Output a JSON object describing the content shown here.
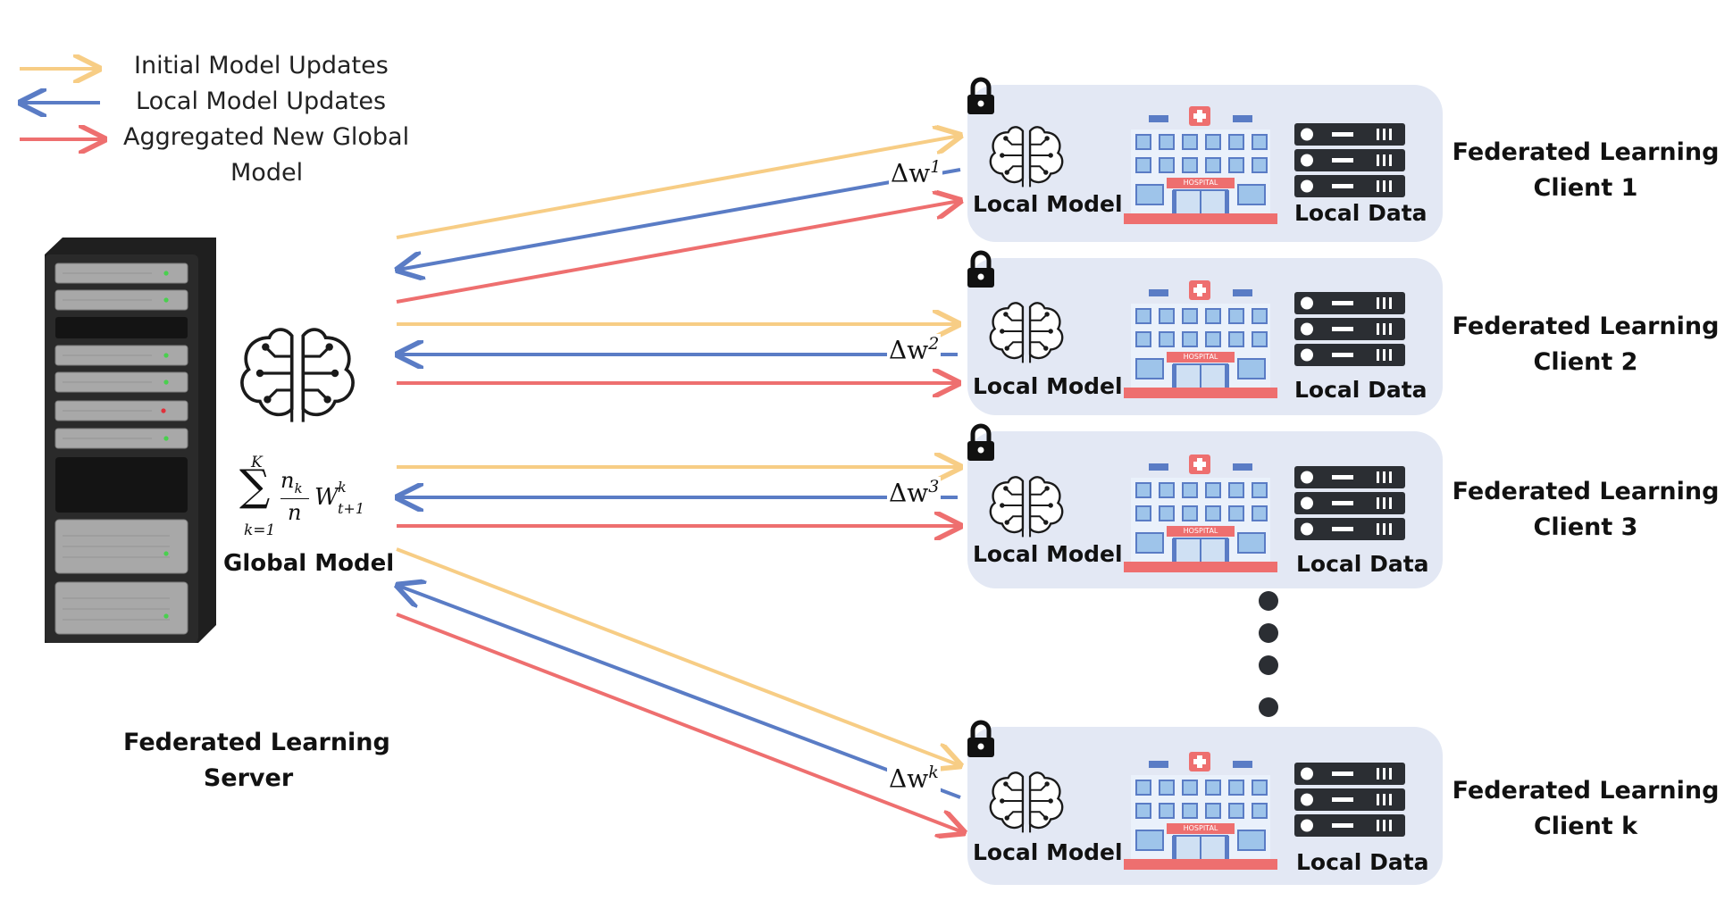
{
  "legend": {
    "items": [
      {
        "label": "Initial Model Updates",
        "color": "#f7cd85"
      },
      {
        "label": "Local Model Updates",
        "color": "#5a7cc5"
      },
      {
        "label": "Aggregated New Global",
        "label2": "Model",
        "color": "#ee6f6f"
      }
    ]
  },
  "server": {
    "title_line1": "Federated Learning",
    "title_line2": "Server",
    "global_model_label": "Global Model",
    "formula": {
      "upper": "K",
      "lower": "k=1",
      "num": "n",
      "num_sub": "k",
      "den": "n",
      "w": "W",
      "w_sup": "k",
      "w_sub": "t+1"
    }
  },
  "clients": [
    {
      "title_line1": "Federated Learning",
      "title_line2": "Client 1",
      "delta": "Δw",
      "delta_sup": "1",
      "local_model": "Local Model",
      "local_data": "Local Data",
      "hospital_sign": "HOSPITAL"
    },
    {
      "title_line1": "Federated Learning",
      "title_line2": "Client 2",
      "delta": "Δw",
      "delta_sup": "2",
      "local_model": "Local Model",
      "local_data": "Local Data",
      "hospital_sign": "HOSPITAL"
    },
    {
      "title_line1": "Federated Learning",
      "title_line2": "Client 3",
      "delta": "Δw",
      "delta_sup": "3",
      "local_model": "Local Model",
      "local_data": "Local Data",
      "hospital_sign": "HOSPITAL"
    },
    {
      "title_line1": "Federated Learning",
      "title_line2": "Client k",
      "delta": "Δw",
      "delta_sup": "k",
      "local_model": "Local Model",
      "local_data": "Local Data",
      "hospital_sign": "HOSPITAL"
    }
  ],
  "colors": {
    "initial": "#f7cd85",
    "local": "#5a7cc5",
    "aggregated": "#ee6f6f",
    "panel": "#e3e8f4"
  }
}
